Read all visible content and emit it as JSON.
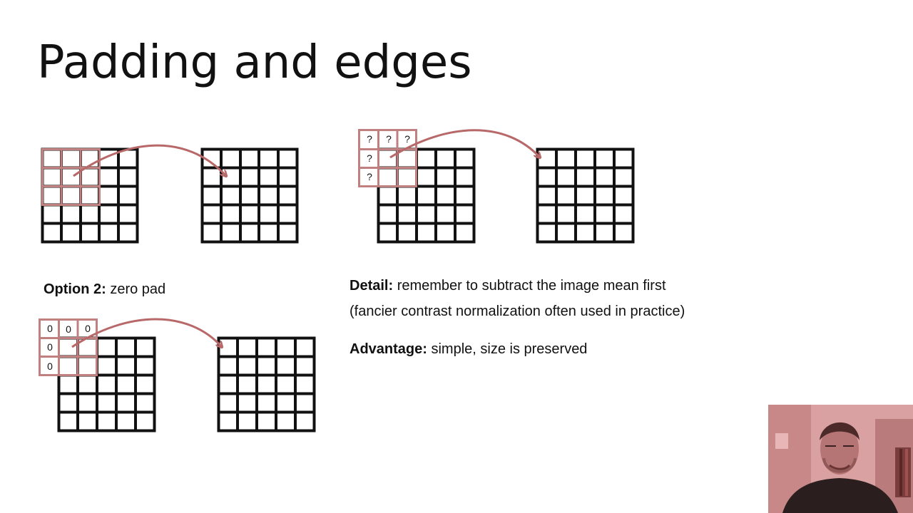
{
  "title": "Padding and edges",
  "option2": {
    "heading": "Option 2:",
    "text": "zero pad"
  },
  "detail": {
    "heading": "Detail:",
    "text": "remember to subtract the image mean first",
    "line2": "(fancier contrast normalization often used in practice)"
  },
  "advantage": {
    "heading": "Advantage:",
    "text": "simple, size is preserved"
  },
  "unknown_symbol": "?",
  "zero_symbol": "0",
  "colors": {
    "grid": "#111111",
    "kernel": "#c08080",
    "arrow": "#b86868",
    "background": "#ffffff"
  }
}
